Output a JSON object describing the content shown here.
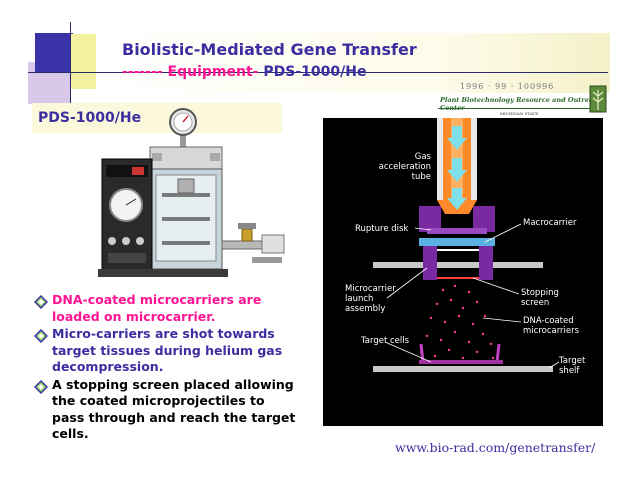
{
  "slide": {
    "title": "Biolistic-Mediated Gene Transfer",
    "subtitle_dashes": "-------",
    "subtitle_equipment": " Equipment-",
    "subtitle_model": " PDS-1000/He",
    "device_label": "PDS-1000/He",
    "url": "www.bio-rad.com/genetransfer/"
  },
  "logo": {
    "line1": "1996 · 99 · 100996",
    "line2": "Plant Biotechnology Resource and Outreach Center",
    "line3": "MICHIGAN STATE"
  },
  "bullets": [
    {
      "lines": [
        "DNA-coated microcarriers are",
        "loaded on microcarrier."
      ],
      "color": "#ff1493"
    },
    {
      "lines": [
        "Micro-carriers are shot towards",
        "target tissues during helium gas",
        "decompression."
      ],
      "color": "#3a2ea0"
    },
    {
      "lines": [
        "A stopping screen placed allowing",
        "the coated microprojectiles to",
        "pass through and reach the target",
        "cells."
      ],
      "color": "#000000"
    }
  ],
  "diagram": {
    "gas_tube": [
      "Gas",
      "acceleration",
      "tube"
    ],
    "rupture_disk": "Rupture disk",
    "macrocarrier": "Macrocarrier",
    "launch": [
      "Microcarrier",
      "launch",
      "assembly"
    ],
    "stopping": [
      "Stopping",
      "screen"
    ],
    "dna_coated": [
      "DNA-coated",
      "microcarriers"
    ],
    "target_cells": "Target cells",
    "target_shelf": [
      "Target",
      "shelf"
    ]
  },
  "colors": {
    "title": "#3a2ea0",
    "accent": "#ff1493",
    "diagram_bg": "#000000"
  }
}
